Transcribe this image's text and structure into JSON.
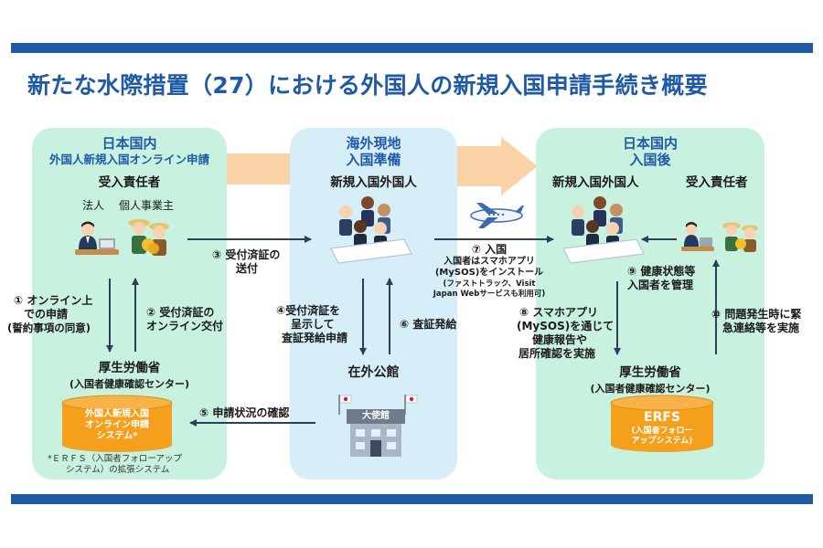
{
  "title": "新たな水際措置（27）における外国人の新規入国申請手続き概要",
  "panels": {
    "left": {
      "header1": "日本国内",
      "header2": "外国人新規入国オンライン申請",
      "role": "受入責任者",
      "sub_corp": "法人",
      "sub_indiv": "個人事業主",
      "ministry": "厚生労働省",
      "ministry_sub": "(入国者健康確認センター)",
      "system_label1": "外国人新規入国",
      "system_label2": "オンライン申請",
      "system_label3": "システム*",
      "footnote1": "*ＥＲＦＳ（入国者フォローアップ",
      "footnote2": "システム）の拡張システム"
    },
    "middle": {
      "header1": "海外現地",
      "header2": "入国準備",
      "role": "新規入国外国人",
      "embassy": "在外公館",
      "embassy_sign": "大使館"
    },
    "right": {
      "header1": "日本国内",
      "header2": "入国後",
      "role_foreigner": "新規入国外国人",
      "role_host": "受入責任者",
      "ministry": "厚生労働省",
      "ministry_sub": "(入国者健康確認センター)",
      "erfs_title": "ERFS",
      "erfs_sub1": "(入国者フォロー",
      "erfs_sub2": "アップシステム)"
    }
  },
  "steps": {
    "s1": [
      "① オンライン上",
      "での申請",
      "(誓約事項の同意)"
    ],
    "s2": [
      "② 受付済証の",
      "オンライン交付"
    ],
    "s3": [
      "③ 受付済証の",
      "送付"
    ],
    "s4": [
      "④受付済証を",
      "呈示して",
      "査証発給申請"
    ],
    "s5": "⑤ 申請状況の確認",
    "s6": "⑥ 査証発給",
    "s7": {
      "title": "⑦ 入国",
      "line1": "入国者はスマホアプリ",
      "line2": "(MySOS)をインストール",
      "line3": "(ファストトラック、Visit",
      "line4": "Japan Webサービスも利用可)"
    },
    "s8": [
      "⑧ スマホアプリ",
      "(MySOS)を通じて",
      "健康報告や",
      "居所確認を実施"
    ],
    "s9": [
      "⑨ 健康状態等",
      "入国者を管理"
    ],
    "s10": [
      "⑩ 問題発生時に緊",
      "急連絡等を実施"
    ]
  },
  "colors": {
    "accent_blue": "#1f5aa6",
    "panel_green": "#c8f1df",
    "panel_blue": "#d6eef8",
    "big_arrow": "#f9d3a6",
    "system_orange": "#f4a01c",
    "flow_arrow": "#2b3e5c"
  },
  "icons": [
    "airplane-icon",
    "embassy-building-icon",
    "flag-icon",
    "person-icon",
    "laptop-icon",
    "farmer-icon"
  ]
}
